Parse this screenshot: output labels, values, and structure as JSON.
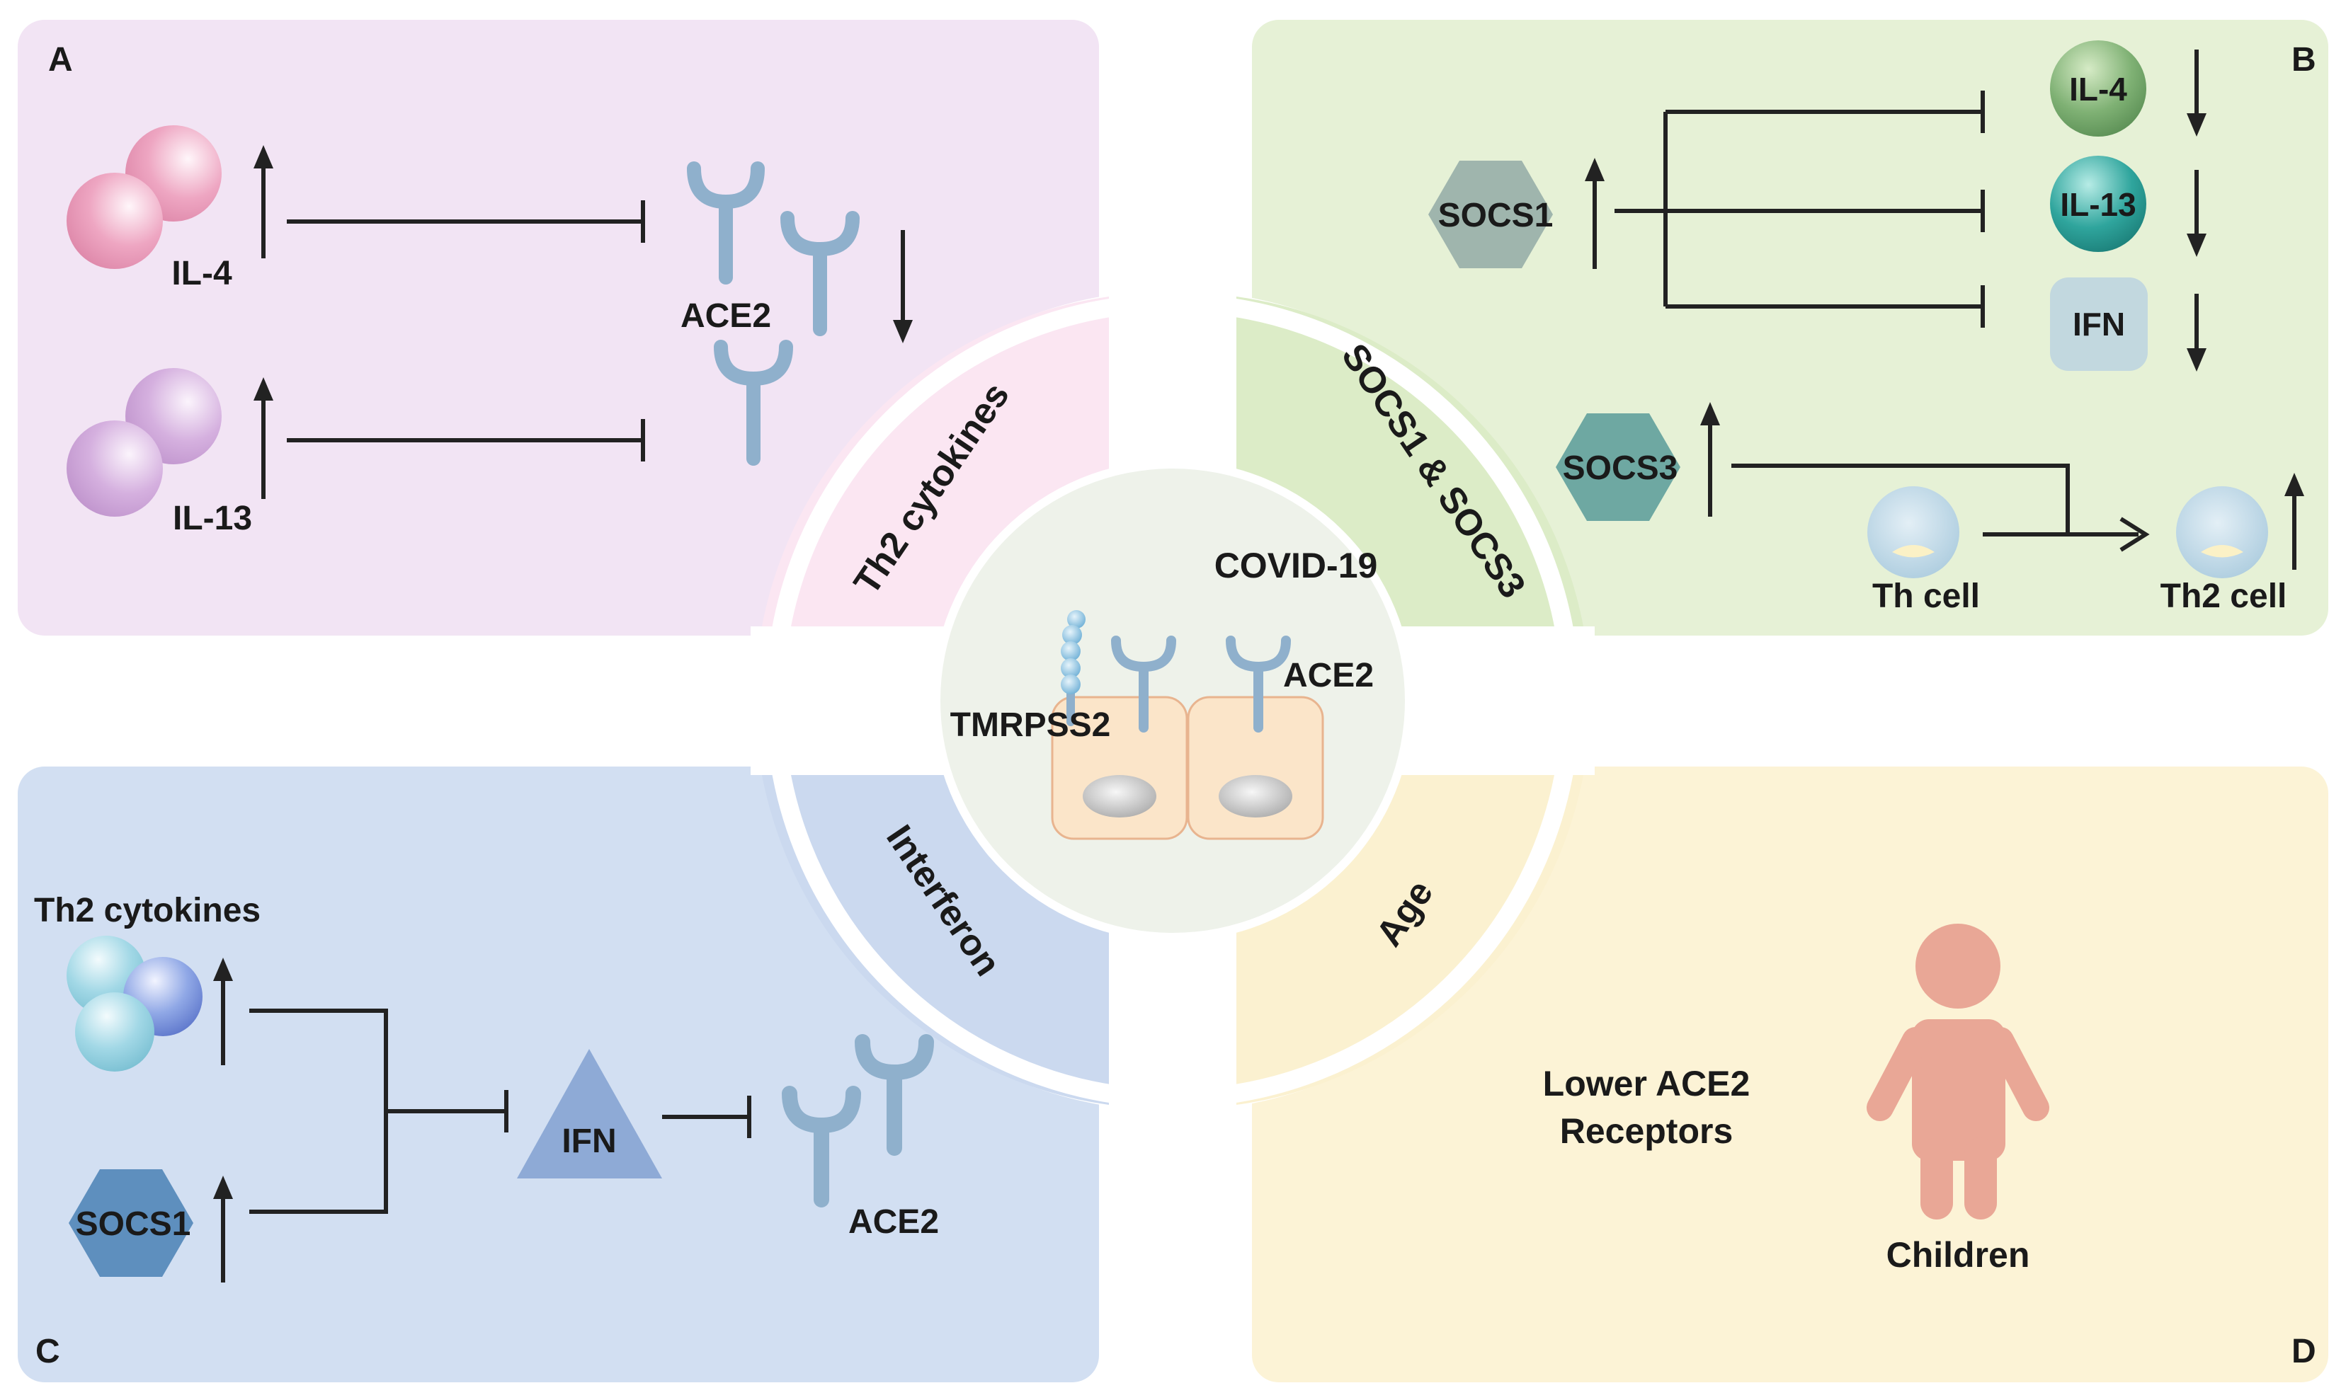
{
  "panels": {
    "a": {
      "letter": "A",
      "il4": "IL-4",
      "il13": "IL-13",
      "ace2": "ACE2",
      "arc_label": "Th2 cytokines"
    },
    "b": {
      "letter": "B",
      "socs1": "SOCS1",
      "socs3": "SOCS3",
      "il4": "IL-4",
      "il13": "IL-13",
      "ifn": "IFN",
      "th_cell": "Th cell",
      "th2_cell": "Th2 cell",
      "arc_label": "SOCS1 & SOCS3"
    },
    "c": {
      "letter": "C",
      "th2_cytokines": "Th2 cytokines",
      "socs1": "SOCS1",
      "ifn": "IFN",
      "ace2": "ACE2",
      "arc_label": "Interferon"
    },
    "d": {
      "letter": "D",
      "line1": "Lower ACE2",
      "line2": "Receptors",
      "children": "Children",
      "arc_label": "Age"
    }
  },
  "center": {
    "covid": "COVID-19",
    "tmprss2": "TMRPSS2",
    "ace2": "ACE2"
  },
  "colors": {
    "panel_a": "#f2e4f4",
    "panel_b": "#e6f1d6",
    "panel_c": "#d2dff2",
    "panel_d": "#fcf3d6",
    "receptor": "#8fb0cc",
    "child": "#e9a796",
    "socs_b": "#9fb5ad",
    "socs3": "#6ea8a2",
    "socs_c": "#5e8fbe"
  }
}
